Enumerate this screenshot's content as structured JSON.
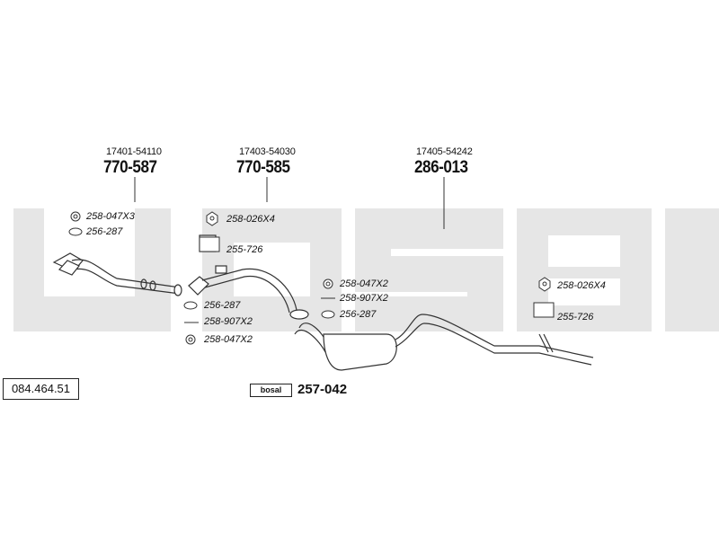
{
  "catalog_ref": "084.464.51",
  "watermark_text": "bosal",
  "parts": [
    {
      "oem": "17401-54110",
      "part_number": "770-587"
    },
    {
      "oem": "17403-54030",
      "part_number": "770-585"
    },
    {
      "oem": "17405-54242",
      "part_number": "286-013"
    }
  ],
  "labels": {
    "front_nut": "258-047X3",
    "front_gasket": "256-287",
    "mid_nut": "258-026X4",
    "mid_hanger": "255-726",
    "mid_gasket": "256-287",
    "mid_spring": "258-907X2",
    "mid_nut2": "258-047X2",
    "rear_nut": "258-047X2",
    "rear_spring": "258-907X2",
    "rear_gasket": "256-287",
    "tail_nut": "258-026X4",
    "tail_hanger": "255-726"
  },
  "kit": {
    "brand": "bosal",
    "part_number": "257-042"
  }
}
